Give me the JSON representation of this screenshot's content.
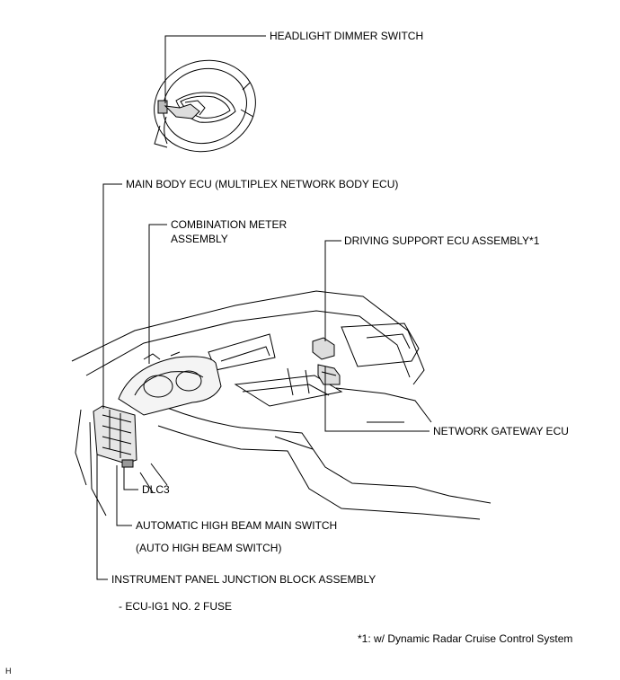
{
  "labels": {
    "headlight_dimmer_switch": "HEADLIGHT DIMMER SWITCH",
    "main_body_ecu": "MAIN BODY ECU (MULTIPLEX NETWORK BODY ECU)",
    "combination_meter_line1": "COMBINATION METER",
    "combination_meter_line2": "ASSEMBLY",
    "driving_support_ecu": "DRIVING SUPPORT ECU ASSEMBLY*1",
    "network_gateway_ecu": "NETWORK GATEWAY ECU",
    "dlc3": "DLC3",
    "auto_high_beam_main_switch": "AUTOMATIC HIGH BEAM MAIN SWITCH",
    "auto_high_beam_switch": "(AUTO HIGH BEAM SWITCH)",
    "instrument_panel_jb": "INSTRUMENT PANEL JUNCTION BLOCK ASSEMBLY",
    "ecu_ig1_fuse": "- ECU-IG1 NO. 2 FUSE"
  },
  "footnote": "*1: w/ Dynamic Radar Cruise Control System",
  "corner_mark": "H"
}
